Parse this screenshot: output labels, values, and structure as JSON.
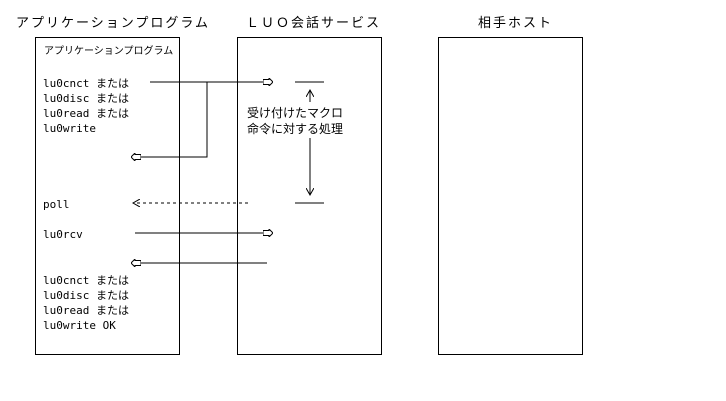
{
  "titles": {
    "app": "アプリケーションプログラム",
    "luo": "ＬＵＯ会話サービス",
    "host": "相手ホスト"
  },
  "app_box": {
    "heading": "アプリケーションプログラム",
    "call_lines": [
      "lu0cnct または",
      "lu0disc または",
      "lu0read または",
      "lu0write"
    ],
    "poll": "poll",
    "rcv": "lu0rcv",
    "result_lines": [
      "lu0cnct または",
      "lu0disc または",
      "lu0read または",
      "lu0write  OK"
    ]
  },
  "luo_box": {
    "note_lines": [
      "受け付けたマクロ",
      "命令に対する処理"
    ]
  }
}
